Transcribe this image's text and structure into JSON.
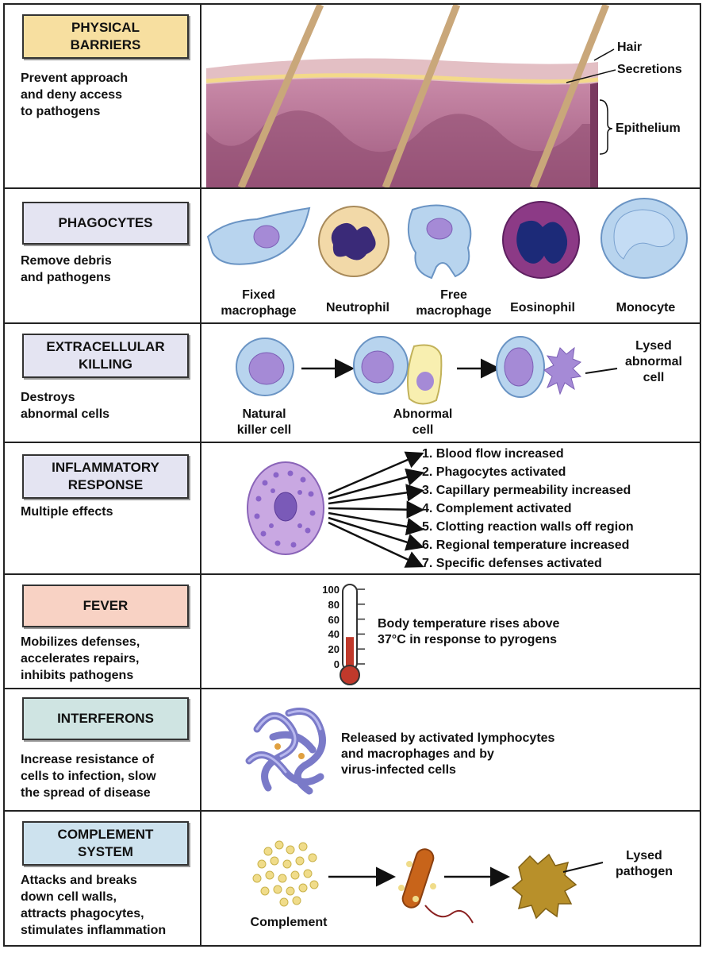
{
  "colors": {
    "physical": "#f7dfa0",
    "phagocytes": "#e4e4f2",
    "extracellular": "#e4e4f2",
    "inflammatory": "#e4e4f2",
    "fever": "#f8d2c4",
    "interferons": "#cfe4e2",
    "complement": "#cde2ee",
    "skin": "#b1698d",
    "cell_blue": "#b8d4ee",
    "nucleus": "#a58ad6"
  },
  "sections": {
    "physical": {
      "title_l1": "PHYSICAL",
      "title_l2": "BARRIERS",
      "desc": [
        "Prevent approach",
        "and deny access",
        "to pathogens"
      ],
      "labels": {
        "hair": "Hair",
        "secretions": "Secretions",
        "epithelium": "Epithelium"
      }
    },
    "phagocytes": {
      "title": "PHAGOCYTES",
      "desc": [
        "Remove debris",
        "and pathogens"
      ],
      "cells": {
        "fixed_l1": "Fixed",
        "fixed_l2": "macrophage",
        "neutrophil": "Neutrophil",
        "free_l1": "Free",
        "free_l2": "macrophage",
        "eosinophil": "Eosinophil",
        "monocyte": "Monocyte"
      }
    },
    "extracellular": {
      "title_l1": "EXTRACELLULAR",
      "title_l2": "KILLING",
      "desc": [
        "Destroys",
        "abnormal cells"
      ],
      "labels": {
        "nk_l1": "Natural",
        "nk_l2": "killer cell",
        "abn_l1": "Abnormal",
        "abn_l2": "cell",
        "lysed_l1": "Lysed",
        "lysed_l2": "abnormal",
        "lysed_l3": "cell"
      }
    },
    "inflammatory": {
      "title_l1": "INFLAMMATORY",
      "title_l2": "RESPONSE",
      "desc": [
        "Multiple effects"
      ],
      "effects": [
        "1. Blood flow increased",
        "2. Phagocytes activated",
        "3. Capillary permeability increased",
        "4. Complement activated",
        "5. Clotting reaction walls off region",
        "6. Regional temperature increased",
        "7. Specific defenses activated"
      ]
    },
    "fever": {
      "title": "FEVER",
      "desc": [
        "Mobilizes defenses,",
        "accelerates repairs,",
        "inhibits pathogens"
      ],
      "ticks": [
        "100",
        "80",
        "60",
        "40",
        "20",
        "0"
      ],
      "fill_fraction": 0.36,
      "text": [
        "Body temperature rises above",
        "37°C in response to pyrogens"
      ]
    },
    "interferons": {
      "title": "INTERFERONS",
      "desc": [
        "Increase resistance of",
        "cells to infection, slow",
        "the spread of disease"
      ],
      "text": [
        "Released by activated lymphocytes",
        "and macrophages and by",
        "virus-infected cells"
      ]
    },
    "complement": {
      "title_l1": "COMPLEMENT",
      "title_l2": "SYSTEM",
      "desc": [
        "Attacks and breaks",
        "down cell walls,",
        "attracts phagocytes,",
        "stimulates inflammation"
      ],
      "labels": {
        "complement": "Complement",
        "lysed_l1": "Lysed",
        "lysed_l2": "pathogen"
      }
    }
  }
}
